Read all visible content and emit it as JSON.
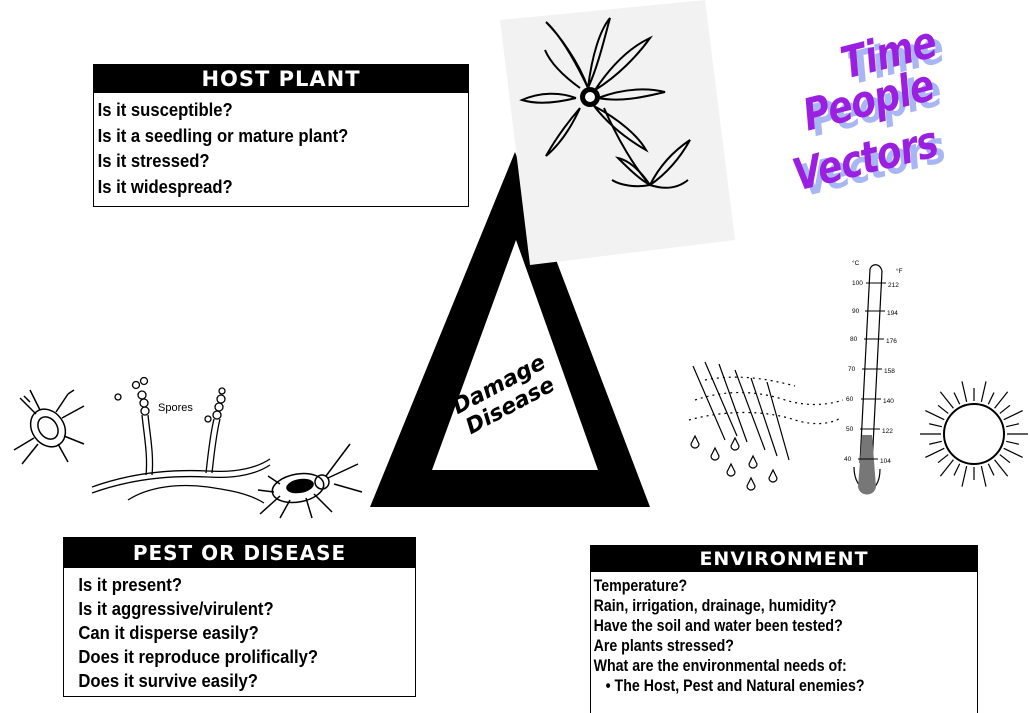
{
  "host_plant": {
    "title": "HOST PLANT",
    "questions": [
      "Is it susceptible?",
      "Is it a seedling or mature plant?",
      "Is it stressed?",
      "Is it widespread?"
    ]
  },
  "pest_or_disease": {
    "title": "PEST OR DISEASE",
    "questions": [
      "Is it present?",
      "Is it aggressive/virulent?",
      "Can it disperse easily?",
      "Does it reproduce prolifically?",
      "Does it survive easily?"
    ]
  },
  "environment": {
    "title": "ENVIRONMENT",
    "questions": [
      "Temperature?",
      "Rain, irrigation, drainage, humidity?",
      "Have the soil and water been tested?",
      "Are plants stressed?",
      "What are the environmental needs of:"
    ],
    "bullet": "• The Host, Pest and Natural enemies?"
  },
  "factors": [
    "Time",
    "People",
    "Vectors"
  ],
  "triangle": {
    "line1": "Damage",
    "line2": "Disease"
  },
  "spores_label": "Spores",
  "thermometer": {
    "unit_c": "°C",
    "unit_f": "°F",
    "celsius": [
      "100",
      "90",
      "80",
      "70",
      "60",
      "50",
      "40"
    ],
    "fahrenheit": [
      "212",
      "194",
      "176",
      "158",
      "140",
      "122",
      "104"
    ]
  },
  "icons": [
    "flower-icon",
    "mite-icon",
    "fungus-spores-icon",
    "aphid-icon",
    "rain-icon",
    "thermometer-icon",
    "sun-icon"
  ],
  "colors": {
    "factor_text": "#9b1fe0",
    "factor_shadow": "#a9b6f4"
  }
}
